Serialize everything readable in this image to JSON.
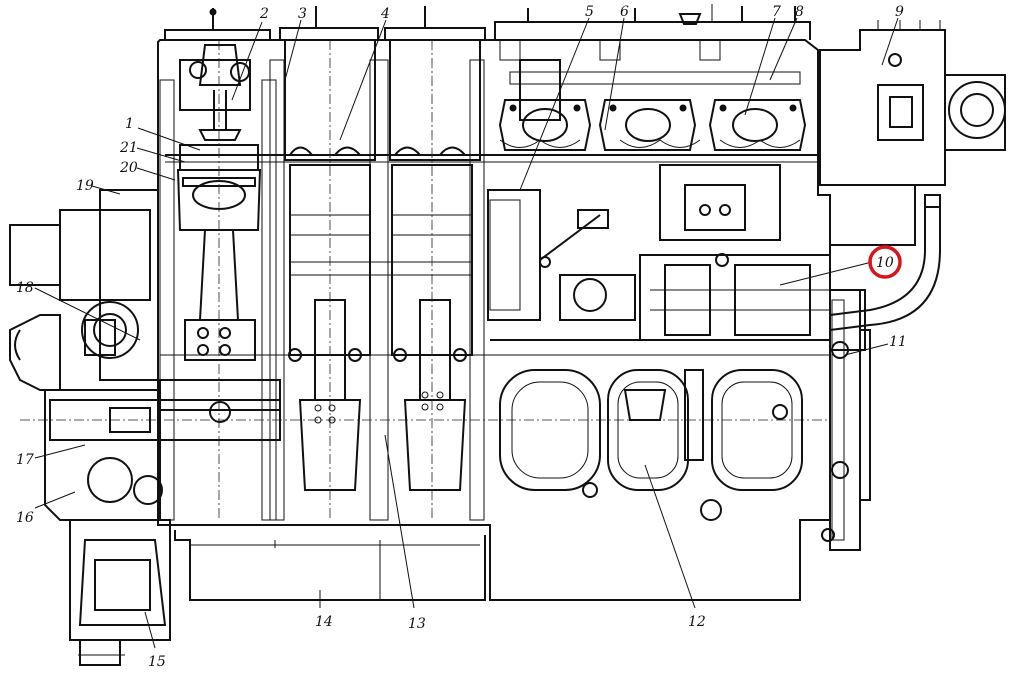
{
  "callouts": [
    {
      "id": "1",
      "label": "1"
    },
    {
      "id": "2",
      "label": "2"
    },
    {
      "id": "3",
      "label": "3"
    },
    {
      "id": "4",
      "label": "4"
    },
    {
      "id": "5",
      "label": "5"
    },
    {
      "id": "6",
      "label": "6"
    },
    {
      "id": "7",
      "label": "7"
    },
    {
      "id": "8",
      "label": "8"
    },
    {
      "id": "9",
      "label": "9"
    },
    {
      "id": "10",
      "label": "10",
      "highlighted": true
    },
    {
      "id": "11",
      "label": "11"
    },
    {
      "id": "12",
      "label": "12"
    },
    {
      "id": "13",
      "label": "13"
    },
    {
      "id": "14",
      "label": "14"
    },
    {
      "id": "15",
      "label": "15"
    },
    {
      "id": "16",
      "label": "16"
    },
    {
      "id": "17",
      "label": "17"
    },
    {
      "id": "18",
      "label": "18"
    },
    {
      "id": "19",
      "label": "19"
    },
    {
      "id": "20",
      "label": "20"
    },
    {
      "id": "21",
      "label": "21"
    }
  ],
  "colors": {
    "line": "#111111",
    "highlight": "#d9141c",
    "background": "#ffffff"
  }
}
